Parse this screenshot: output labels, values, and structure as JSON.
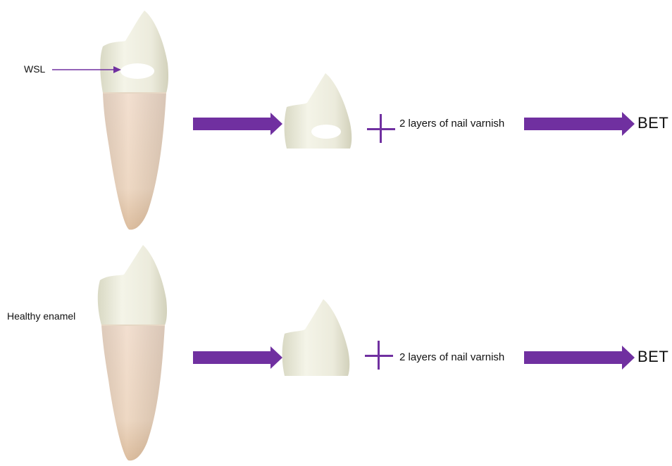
{
  "labels": {
    "wsl": "WSL",
    "healthy": "Healthy enamel"
  },
  "rows": [
    {
      "varnish": "2 layers of nail varnish",
      "result": "BET"
    },
    {
      "varnish": "2 layers of nail varnish",
      "result": "BET"
    }
  ],
  "colors": {
    "arrow": "#7030a0",
    "enamel": "#eeeee0",
    "root": "#ecd3bf"
  }
}
